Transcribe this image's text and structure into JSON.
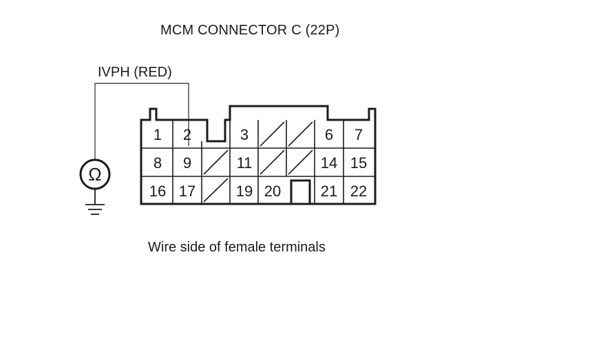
{
  "title": "MCM CONNECTOR C (22P)",
  "wire_label": "IVPH (RED)",
  "caption": "Wire side of female terminals",
  "meter_symbol": "Ω",
  "meter_icon": "ohmmeter-icon",
  "ground_icon": "ground-icon",
  "probe_terminal": "2",
  "connector": {
    "rows": [
      [
        "1",
        "2",
        "",
        "",
        "3",
        "",
        "",
        "6",
        "7"
      ],
      [
        "8",
        "9",
        "",
        "11",
        "",
        "",
        "14",
        "15"
      ],
      [
        "16",
        "17",
        "",
        "19",
        "20",
        "",
        "21",
        "22"
      ]
    ]
  }
}
